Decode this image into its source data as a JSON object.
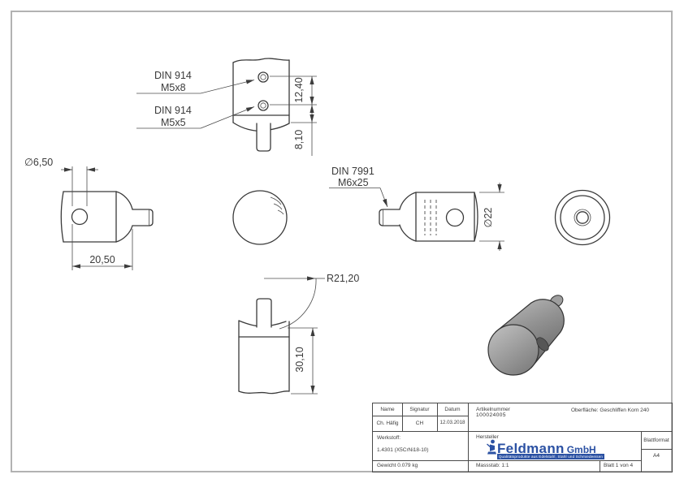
{
  "colors": {
    "line": "#3a3a3a",
    "dim_line": "#4b4b4b",
    "frame_gray": "#b2b2b2",
    "logo_blue": "#2b51a3",
    "part_gray_light": "#bdbdbd",
    "part_gray_dark": "#6d6d6d"
  },
  "callouts": {
    "top1_l1": "DIN 914",
    "top1_l2": "M5x8",
    "top2_l1": "DIN 914",
    "top2_l2": "M5x5",
    "right_l1": "DIN 7991",
    "right_l2": "M6x25"
  },
  "dims": {
    "d1240": "12,40",
    "d810": "8,10",
    "d650": "∅6,50",
    "d2050": "20,50",
    "d22": "∅22",
    "r2120": "R21,20",
    "d3010": "30,10"
  },
  "title_block": {
    "name_label": "Name",
    "signatur_label": "Signatur",
    "datum_label": "Datum",
    "name_value": "Ch. Häfig",
    "signatur_value": "CH",
    "datum_value": "12.03.2018",
    "artikelnummer_label": "Artikelnummer",
    "artikelnummer_value": "100024005",
    "oberflaeche": "Oberfläche:  Geschliffen Korn 240",
    "werkstoff_label": "Werkstoff:",
    "werkstoff_value": "1.4301 (X5CrNi18-10)",
    "hersteller_label": "Hersteller",
    "logo_text": "Feldmann",
    "logo_gmbh": "GmbH",
    "logo_tagline": "Qualitätsprodukte aus Edelstahl, Stahl und Schmiedeeisen",
    "gewicht": "Gewicht 0.079 kg",
    "massstab": "Massstab: 1:1",
    "blatt": "Blatt 1 von 4",
    "blattformat_label": "Blattformat",
    "blattformat_value": "A4"
  }
}
